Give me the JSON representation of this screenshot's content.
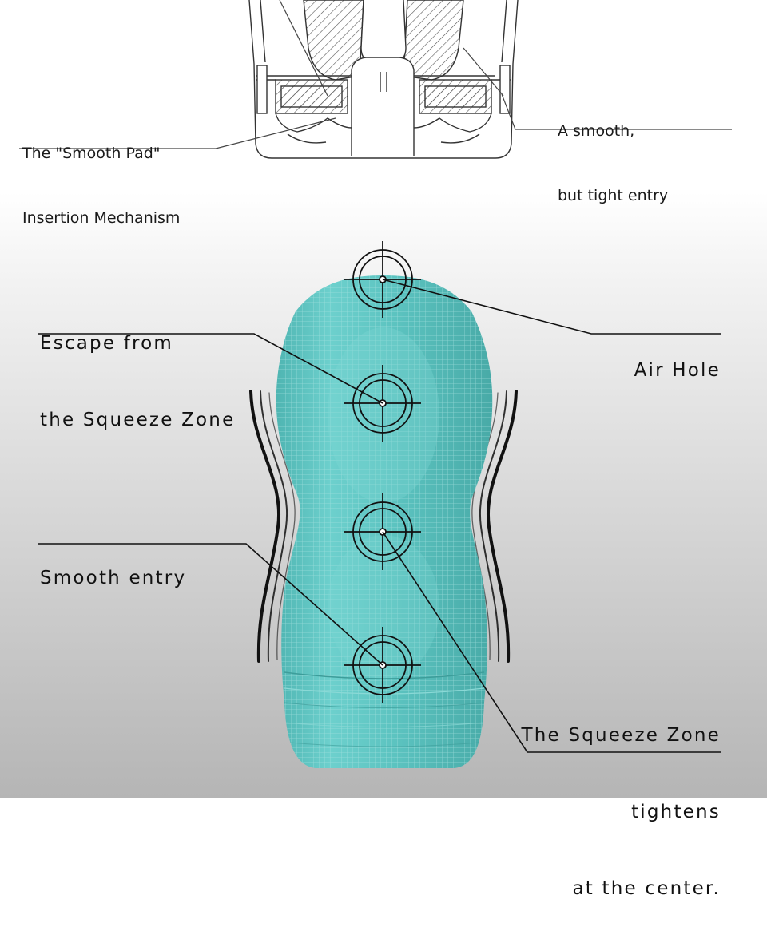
{
  "top_section": {
    "left_label": [
      "The \"Smooth Pad\"",
      "Insertion Mechanism"
    ],
    "right_label": [
      "A smooth,",
      "but tight entry"
    ]
  },
  "bottom_section": {
    "escape_label": [
      "Escape from",
      "the Squeeze Zone"
    ],
    "air_hole_label": [
      "Air Hole"
    ],
    "smooth_entry_label": [
      "Smooth entry"
    ],
    "squeeze_label": [
      "The Squeeze Zone",
      "tightens",
      "at the center."
    ]
  },
  "colors": {
    "product_body": "#5ec6c3",
    "product_grid": "#a9e3e1",
    "line": "#1a1a1a",
    "gradient_top": "#ffffff",
    "gradient_bottom": "#b8b8b8"
  }
}
